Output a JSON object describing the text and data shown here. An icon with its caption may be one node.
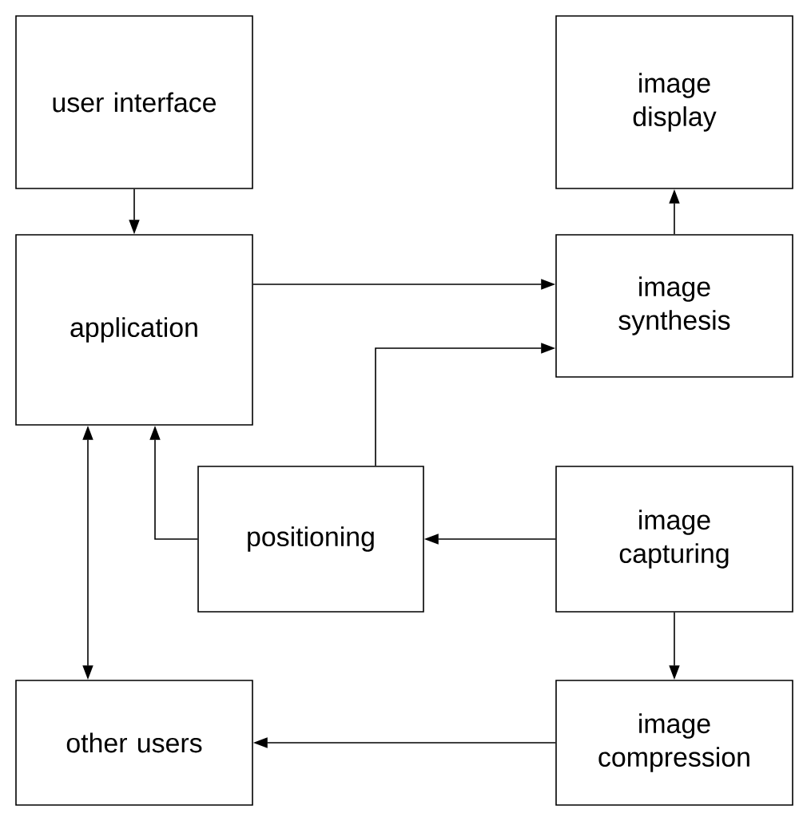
{
  "diagram": {
    "nodes": [
      {
        "text": [
          "user interface"
        ]
      },
      {
        "text": [
          "image display"
        ]
      },
      {
        "text": [
          "application"
        ]
      },
      {
        "text": [
          "image synthesis"
        ]
      },
      {
        "text": [
          "positioning"
        ]
      },
      {
        "text": [
          "image capturing"
        ]
      },
      {
        "text": [
          "other users"
        ]
      },
      {
        "text": [
          "image compression"
        ]
      }
    ],
    "edges": [
      {
        "from": 0,
        "to": 2,
        "arrow": "to"
      },
      {
        "from": 3,
        "to": 1,
        "arrow": "to"
      },
      {
        "from": 2,
        "to": 3,
        "arrow": "to"
      },
      {
        "from": 4,
        "to": 3,
        "arrow": "to"
      },
      {
        "from": 4,
        "to": 2,
        "arrow": "to"
      },
      {
        "from": 2,
        "to": 6,
        "arrow": "both"
      },
      {
        "from": 5,
        "to": 4,
        "arrow": "to"
      },
      {
        "from": 5,
        "to": 7,
        "arrow": "to"
      },
      {
        "from": 7,
        "to": 6,
        "arrow": "to"
      }
    ]
  }
}
